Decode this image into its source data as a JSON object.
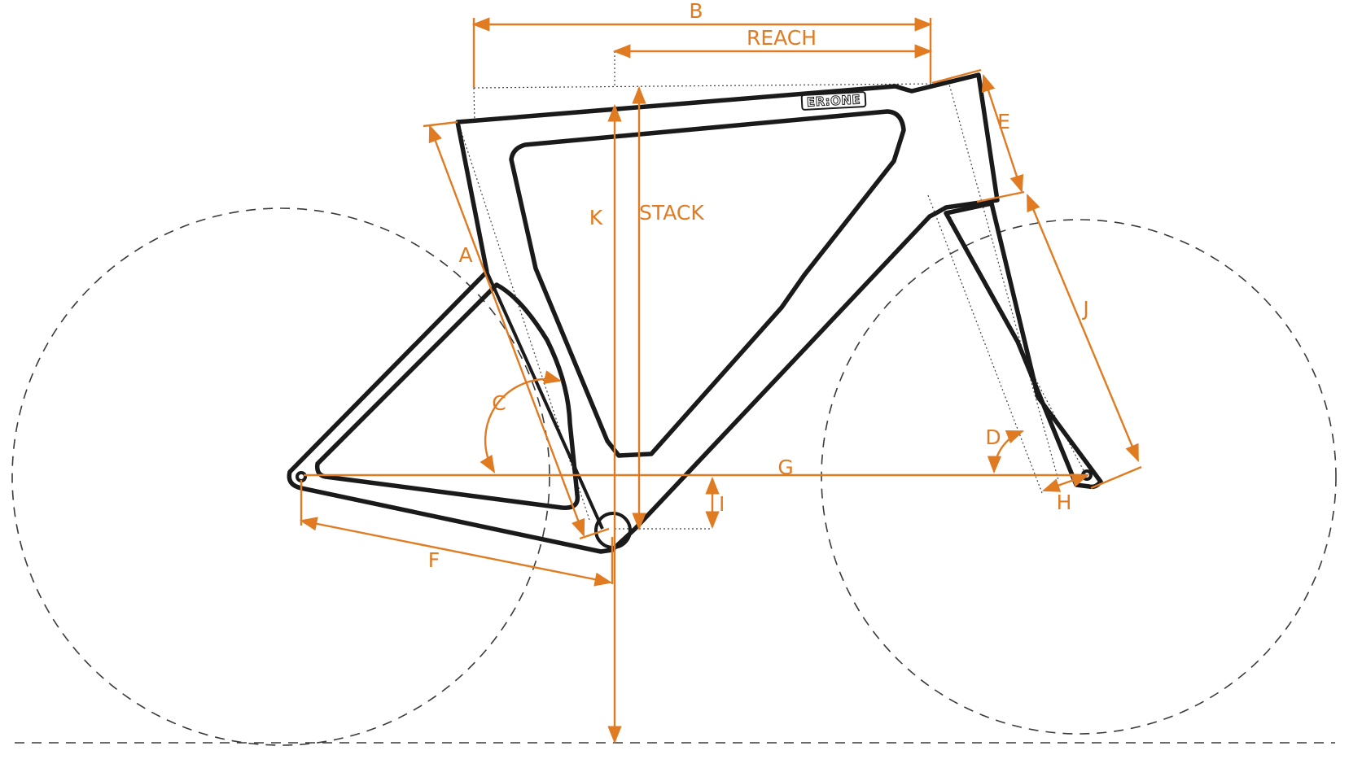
{
  "brand_decal": "ER:ONE",
  "labels": {
    "a": "A",
    "b": "B",
    "c": "C",
    "d": "D",
    "e": "E",
    "f": "F",
    "g": "G",
    "h": "H",
    "i": "I",
    "j": "J",
    "k": "K",
    "reach": "REACH",
    "stack": "STACK"
  },
  "colors": {
    "dimension": "#e07b22",
    "frame": "#1a1a1a",
    "guides": "#3a3a3a",
    "background": "#ffffff"
  }
}
